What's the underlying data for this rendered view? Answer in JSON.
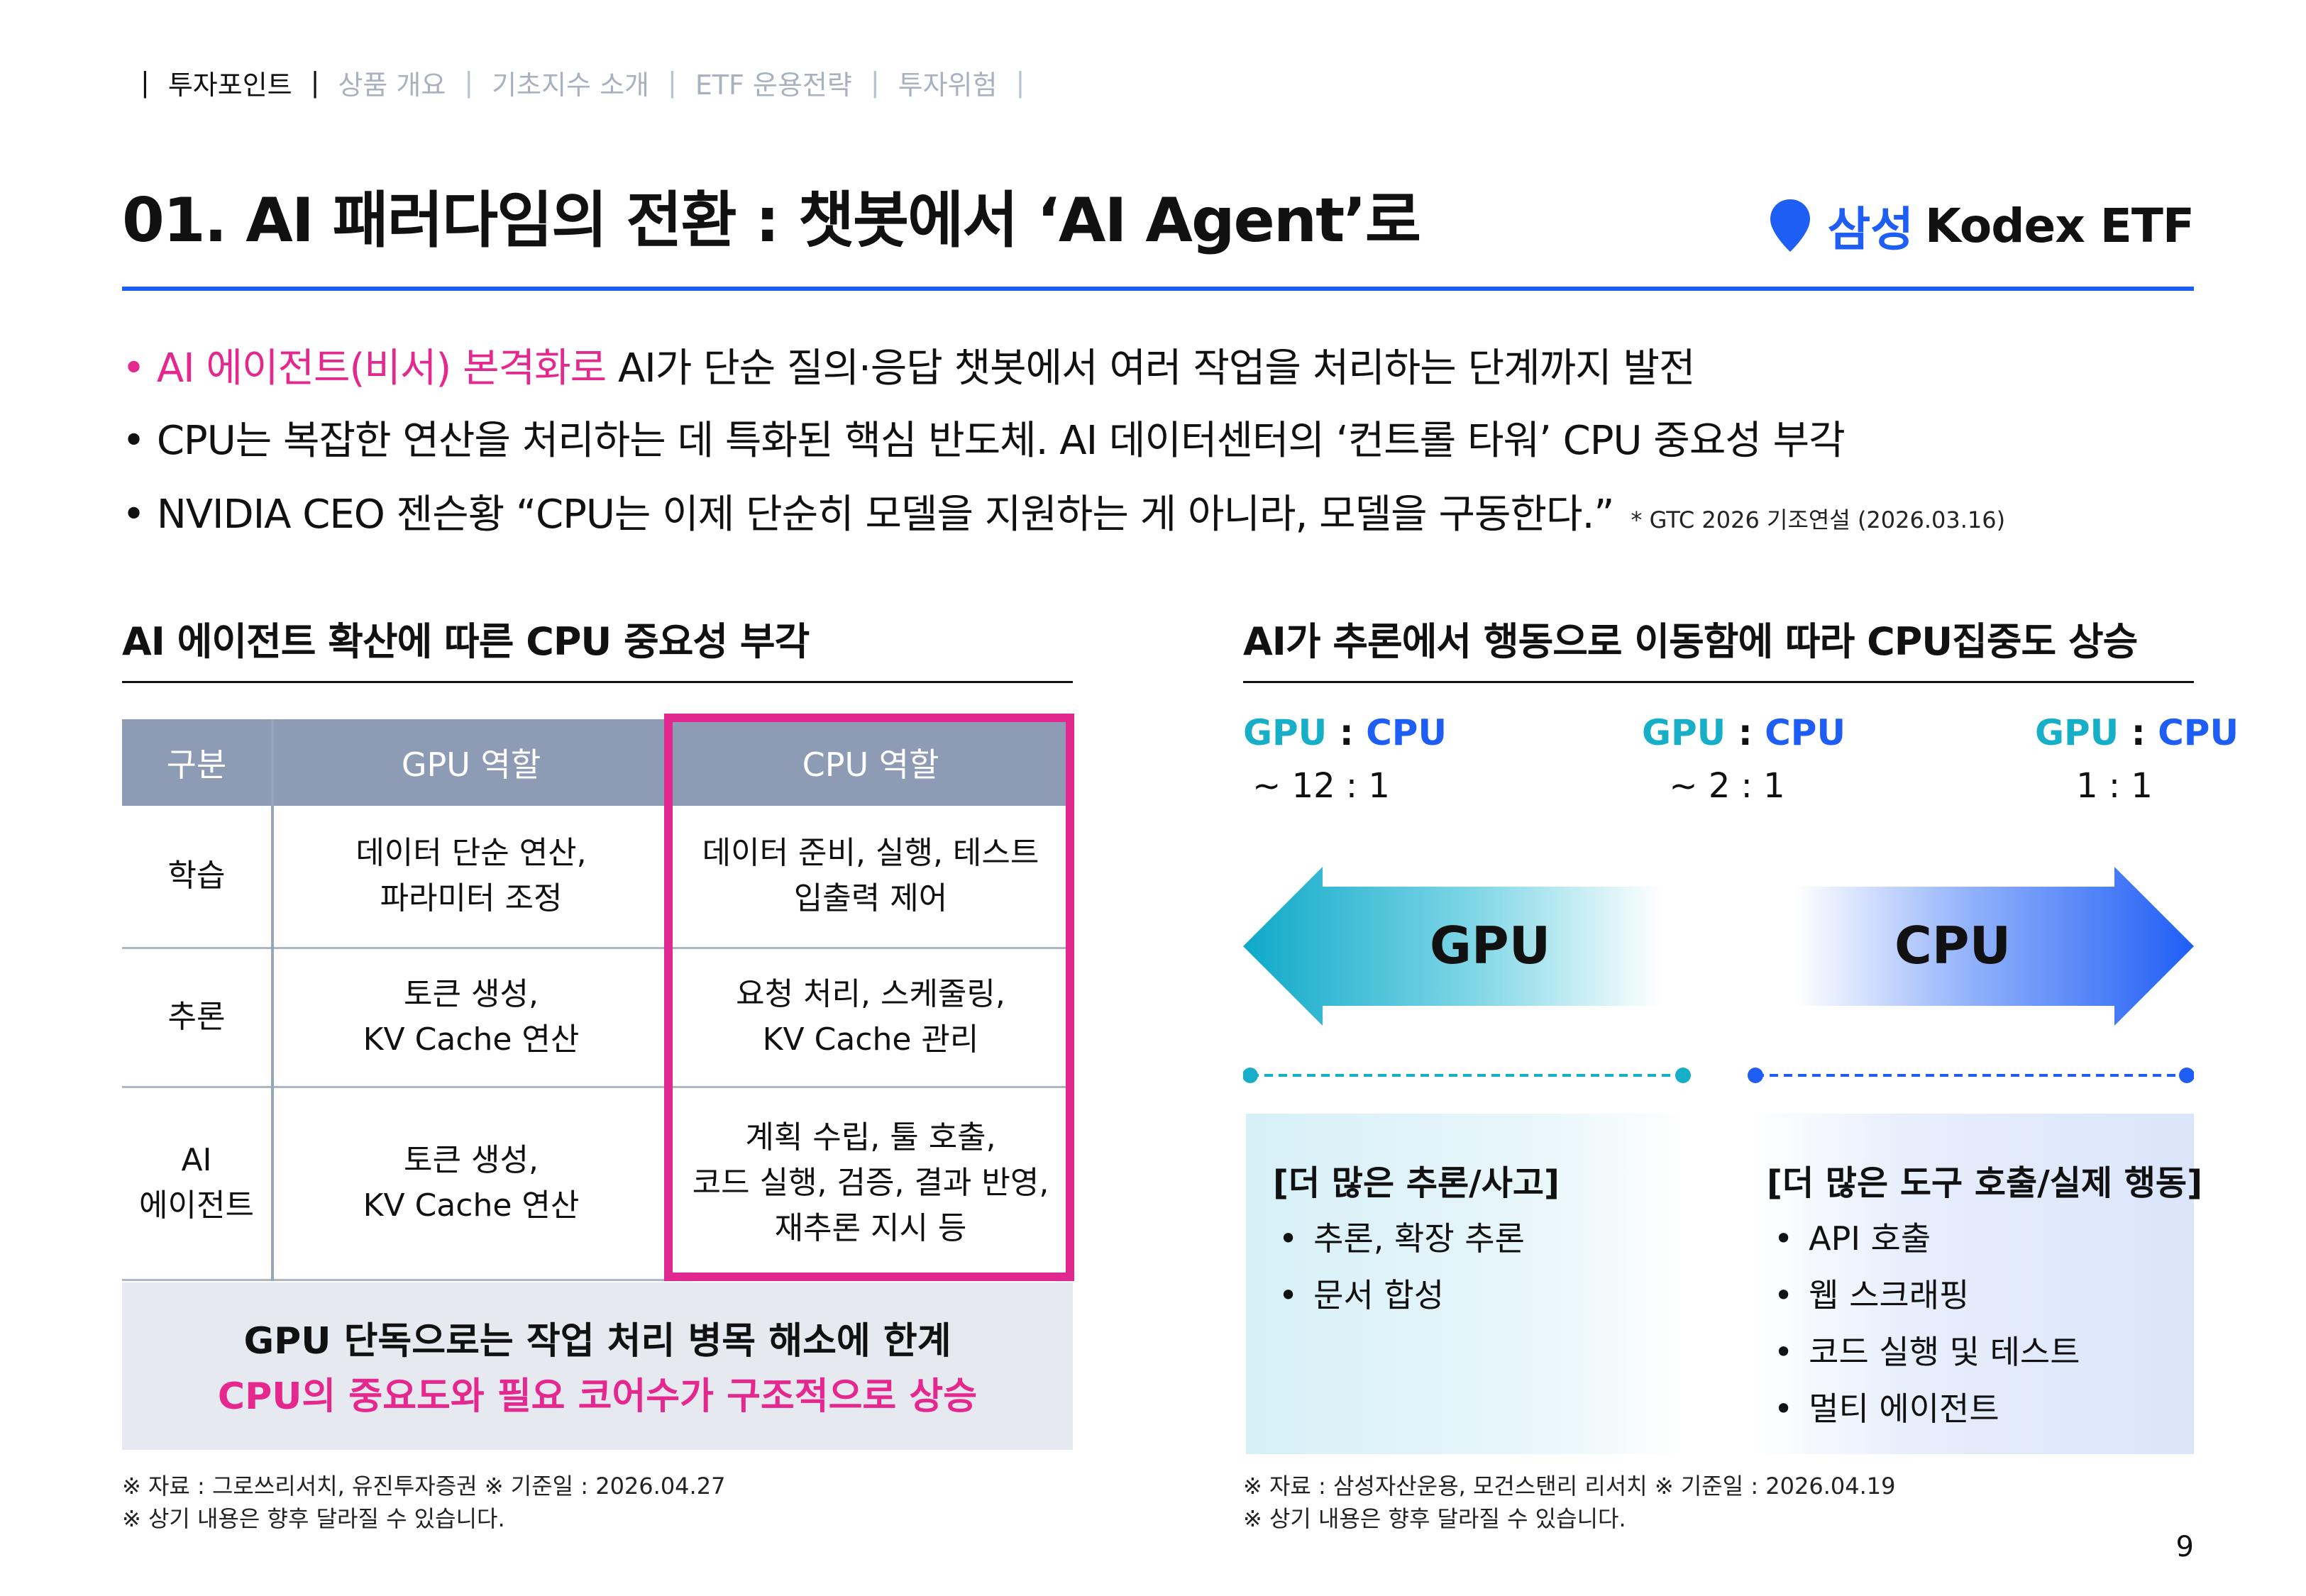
{
  "nav": {
    "items": [
      {
        "label": "투자포인트"
      },
      {
        "label": "상품 개요"
      },
      {
        "label": "기초지수 소개"
      },
      {
        "label": "ETF 운용전략"
      },
      {
        "label": "투자위험"
      }
    ],
    "separator": "|"
  },
  "header": {
    "title": "01. AI 패러다임의 전환 : 챗봇에서 ‘AI Agent’로",
    "brand_ko": "삼성",
    "brand_en": "Kodex ETF",
    "brand_color": "#1f5ef5"
  },
  "bullets": {
    "b1_highlight": "• AI 에이전트(비서) 본격화로",
    "b1_text": " AI가 단순 질의·응답 챗봇에서 여러 작업을 처리하는 단계까지 발전",
    "b2_text": "• CPU는 복잡한 연산을 처리하는 데 특화된 핵심 반도체. AI 데이터센터의 ‘컨트롤 타워’ CPU 중요성 부각",
    "b3_text": "• NVIDIA CEO 젠슨황 “CPU는 이제 단순히 모델을 지원하는 게 아니라, 모델을 구동한다.”",
    "b3_note": "* GTC 2026 기조연설 (2026.03.16)"
  },
  "left": {
    "section_title": "AI 에이전트 확산에 따른 CPU 중요성 부각",
    "table": {
      "headers": [
        "구분",
        "GPU 역할",
        "CPU 역할"
      ],
      "rows": [
        {
          "label": [
            "학습"
          ],
          "gpu": [
            "데이터 단순 연산,",
            "파라미터 조정"
          ],
          "cpu": [
            "데이터 준비, 실행, 테스트",
            "입출력 제어"
          ]
        },
        {
          "label": [
            "추론"
          ],
          "gpu": [
            "토큰 생성,",
            "KV Cache 연산"
          ],
          "cpu": [
            "요청 처리, 스케줄링,",
            "KV Cache 관리"
          ]
        },
        {
          "label": [
            "AI",
            "에이전트"
          ],
          "gpu": [
            "토큰 생성,",
            "KV Cache 연산"
          ],
          "cpu": [
            "계획 수립, 툴 호출,",
            "코드 실행, 검증, 결과 반영,",
            "재추론 지시 등"
          ]
        }
      ]
    },
    "summary_line1": "GPU 단독으로는 작업 처리 병목 해소에 한계",
    "summary_line2": "CPU의 중요도와 필요 코어수가 구조적으로 상승",
    "source_line1": "※ 자료 : 그로쓰리서치, 유진투자증권 ※ 기준일 : 2026.04.27",
    "source_line2": "※ 상기 내용은 향후 달라질 수 있습니다."
  },
  "right": {
    "section_title": "AI가 추론에서 행동으로 이동함에 따라 CPU집중도 상승",
    "ratio_gpu": "GPU",
    "ratio_colon": " : ",
    "ratio_cpu": "CPU",
    "ratios": [
      "~ 12 : 1",
      "~ 2 : 1",
      "1 : 1"
    ],
    "arrow_left_label": "GPU",
    "arrow_right_label": "CPU",
    "gpu_color": "#17aec8",
    "cpu_color": "#1f5ef5",
    "panel_left": {
      "title": "[더 많은 추론/사고]",
      "items": [
        "추론, 확장 추론",
        "문서 합성"
      ]
    },
    "panel_right": {
      "title": "[더 많은 도구 호출/실제 행동]",
      "items": [
        "API 호출",
        "웹 스크래핑",
        "코드 실행 및 테스트",
        "멀티 에이전트"
      ]
    },
    "source_line1": "※ 자료 : 삼성자산운용, 모건스탠리 리서치 ※ 기준일 : 2026.04.19",
    "source_line2": "※ 상기 내용은 향후 달라질 수 있습니다."
  },
  "page_number": "9",
  "highlight_color": "#e0288f"
}
